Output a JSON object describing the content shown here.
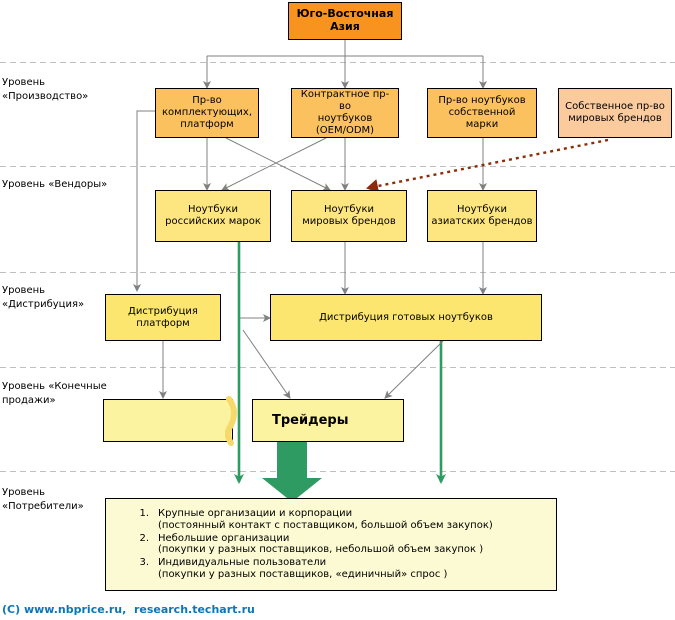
{
  "diagram": {
    "title_node": {
      "label": "Юго-Восточная\nАзия"
    },
    "levels": [
      {
        "id": "production",
        "label": "Уровень\n«Производство»"
      },
      {
        "id": "vendors",
        "label": "Уровень «Вендоры»"
      },
      {
        "id": "distribution",
        "label": "Уровень\n«Дистрибуция»"
      },
      {
        "id": "final_sales",
        "label": "Уровень «Конечные\nпродажи»"
      },
      {
        "id": "consumers",
        "label": "Уровень\n«Потребители»"
      }
    ],
    "production_nodes": [
      {
        "id": "components",
        "label": "Пр-во\nкомплектующих,\nплатформ"
      },
      {
        "id": "contract",
        "label": "Контрактное пр-во\nноутбуков\n(OEM/ODM)"
      },
      {
        "id": "own_brand",
        "label": "Пр-во ноутбуков\nсобственной марки"
      },
      {
        "id": "world_brands_own",
        "label": "Собственное пр-во\nмировых брендов"
      }
    ],
    "vendor_nodes": [
      {
        "id": "russian_brands",
        "label": "Ноутбуки\nроссийских марок"
      },
      {
        "id": "world_brands",
        "label": "Ноутбуки\nмировых брендов"
      },
      {
        "id": "asian_brands",
        "label": "Ноутбуки\nазиатских брендов"
      }
    ],
    "distribution_nodes": [
      {
        "id": "platform_distribution",
        "label": "Дистрибуция\nплатформ"
      },
      {
        "id": "ready_distribution",
        "label": "Дистрибуция готовых ноутбуков"
      }
    ],
    "final_sales_nodes": [
      {
        "id": "torn_box",
        "label": ""
      },
      {
        "id": "traders",
        "label": "Трейдеры"
      }
    ],
    "consumers": {
      "items": [
        {
          "num": "1.",
          "title": "Крупные организации и корпорации",
          "sub": "(постоянный контакт с поставщиком, большой объем закупок)"
        },
        {
          "num": "2.",
          "title": "Небольшие организации",
          "sub": "(покупки у разных поставщиков, небольшой объем закупок )"
        },
        {
          "num": "3.",
          "title": "Индивидуальные пользователи",
          "sub": "(покупки у разных поставщиков, «единичный» спрос )"
        }
      ]
    },
    "footer": {
      "text": "(C) www.nbprice.ru,  research.techart.ru"
    },
    "colors": {
      "header_orange": "#F7931E",
      "production_orange": "#FBC15E",
      "production_light": "#FBCB9E",
      "vendor_yellow": "#FDE57F",
      "distribution_yellow": "#FDE670",
      "traders_yellow": "#FCF3A0",
      "consumers_yellow": "#FCFAD2",
      "arrow_gray": "#808080",
      "arrow_green": "#2E9B62",
      "arrow_brown": "#8B2E08",
      "footer_blue": "#0B76B8",
      "divider_gray": "#BFBFBF"
    }
  }
}
